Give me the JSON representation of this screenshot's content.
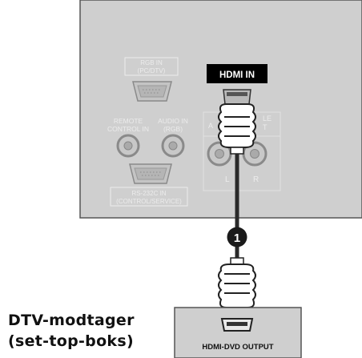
{
  "colors": {
    "panel_fill": "#cfcfcf",
    "panel_stroke": "#555555",
    "faint_label": "#ececec",
    "cable": "#2a2a2a",
    "label_fill": "#000000",
    "label_text": "#ffffff"
  },
  "tv_panel": {
    "hdmi_in_label": "HDMI IN",
    "rgb_in_label": [
      "RGB IN",
      "(PC/DTV)"
    ],
    "remote_label": [
      "REMOTE",
      "CONTROL IN"
    ],
    "audio_in_label": [
      "AUDIO IN",
      "(RGB)"
    ],
    "rs232_label": [
      "RS-232C IN",
      "(CONTROL/SERVICE)"
    ],
    "faded_audio_label_left": "A",
    "faded_audio_label_right": [
      "LE",
      "T"
    ],
    "audio_left_label": "L",
    "audio_right_label": "R"
  },
  "step_marker": "1",
  "source_device": {
    "port_label": "HDMI-DVD OUTPUT",
    "caption_line1": "DTV-modtager",
    "caption_line2": "(set-top-boks)"
  }
}
